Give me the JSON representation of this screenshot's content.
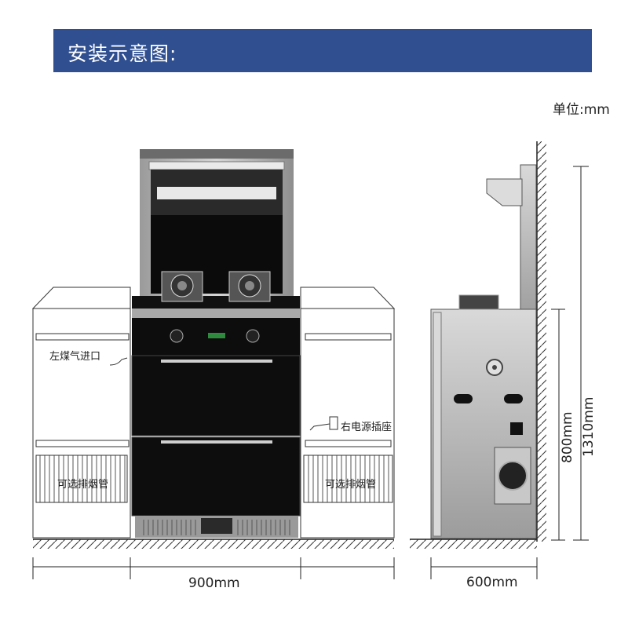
{
  "header": {
    "title": "安装示意图:"
  },
  "unit_label": "单位:mm",
  "labels": {
    "gas_inlet": "左煤气进口",
    "power_socket": "右电源插座",
    "optional_pipe_left": "可选排烟管",
    "optional_pipe_right": "可选排烟管"
  },
  "dimensions": {
    "front_width": "900mm",
    "side_depth": "600mm",
    "counter_height": "800mm",
    "total_height": "1310mm"
  },
  "colors": {
    "banner": "#2f4f91",
    "panel": "#0d0d0d",
    "steel": "#b8b8b8"
  }
}
